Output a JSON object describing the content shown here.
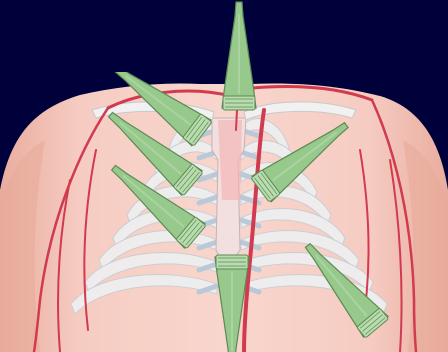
{
  "colors": {
    "background": "#00003a",
    "skin": "#f6ccc2",
    "skin_shadow": "#e8ad9e",
    "bone": "#eef0f2",
    "cartilage": "#b9c9d8",
    "vessel": "#d23a4f",
    "probe_fill": "#98c98c",
    "probe_stroke": "#5e8a55",
    "probe_face": "#b8dcae"
  },
  "icons": {
    "probe": "ultrasound-probe-icon"
  },
  "probes": [
    {
      "name": "probe-suprasternal",
      "site": "suprasternal"
    },
    {
      "name": "probe-right-supraclavicular",
      "site": "right-supraclavicular"
    },
    {
      "name": "probe-right-parasternal-upper",
      "site": "right-parasternal-upper"
    },
    {
      "name": "probe-right-parasternal-lower",
      "site": "right-parasternal-lower"
    },
    {
      "name": "probe-left-parasternal",
      "site": "left-parasternal"
    },
    {
      "name": "probe-apical",
      "site": "apical"
    },
    {
      "name": "probe-subcostal",
      "site": "subcostal"
    }
  ]
}
